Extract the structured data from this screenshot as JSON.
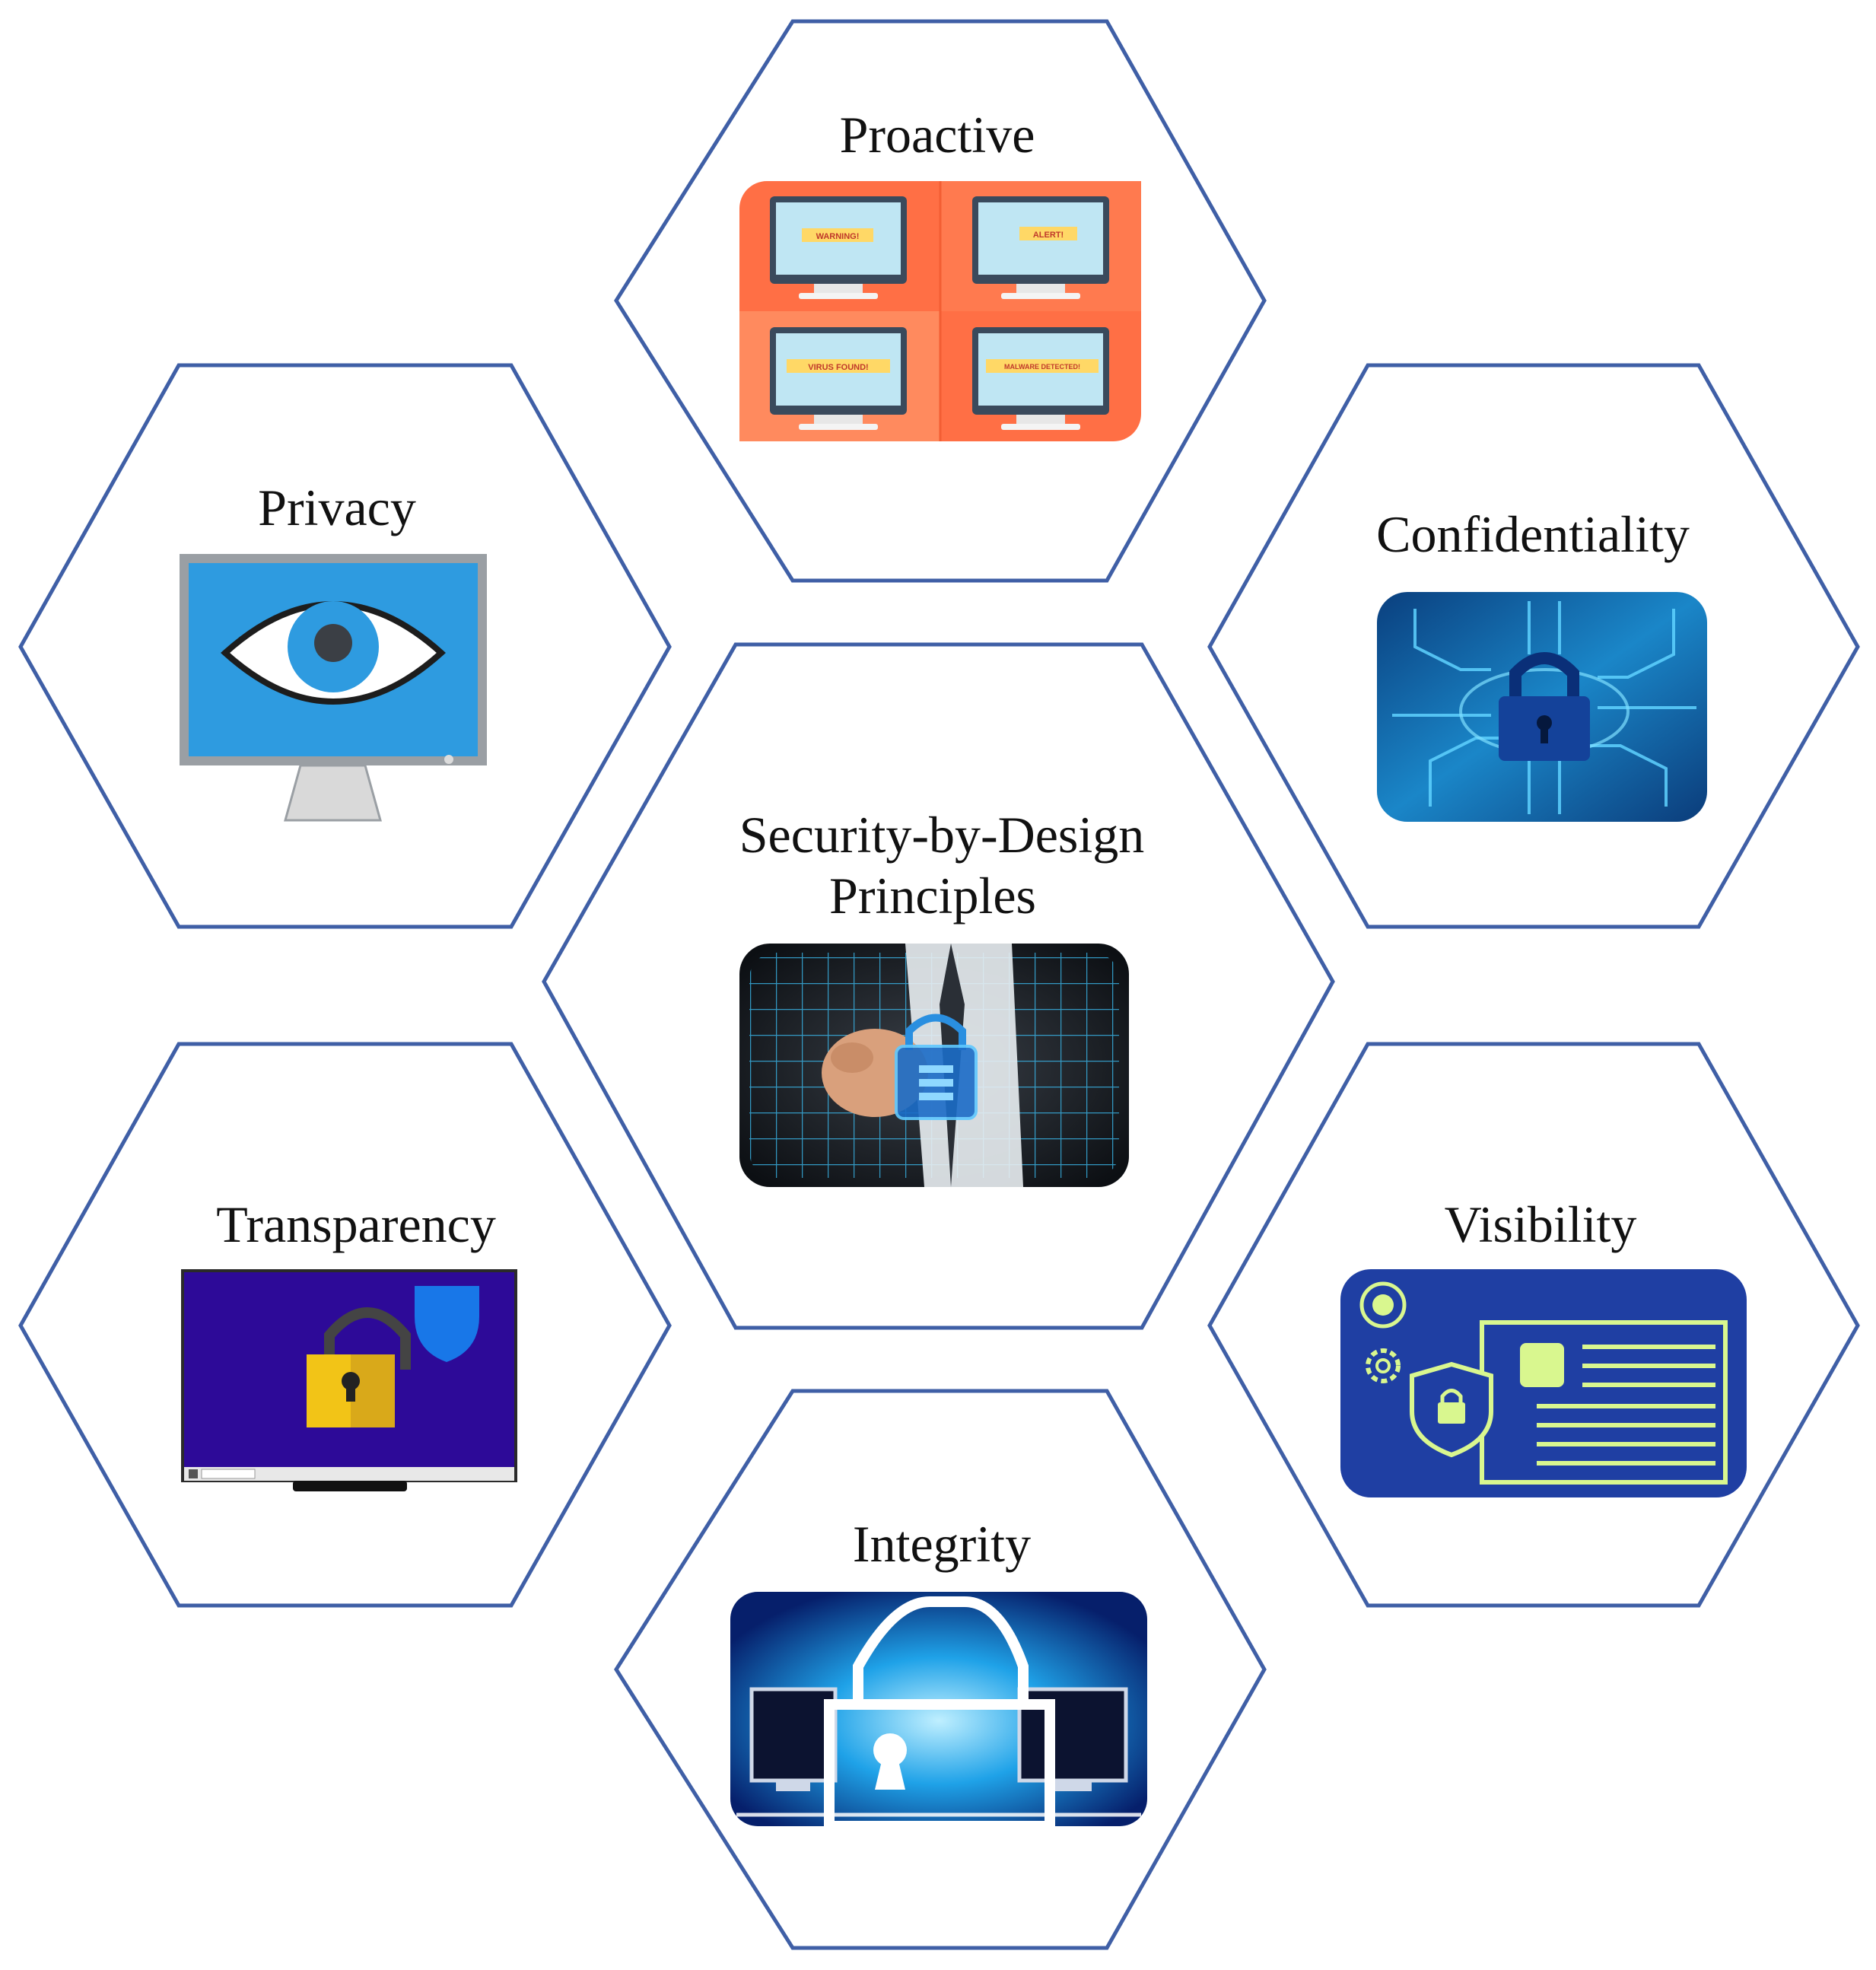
{
  "diagram": {
    "nodes": [
      {
        "id": "proactive",
        "label_lines": [
          "Proactive"
        ],
        "icon": "alert-monitors-icon",
        "screen_texts": [
          "WARNING!",
          "ALERT!",
          "VIRUS FOUND!",
          "MALWARE DETECTED!"
        ]
      },
      {
        "id": "privacy",
        "label_lines": [
          "Privacy"
        ],
        "icon": "eye-monitor-icon"
      },
      {
        "id": "confidentiality",
        "label_lines": [
          "Confidentiality"
        ],
        "icon": "circuit-padlock-icon"
      },
      {
        "id": "center",
        "label_lines": [
          "Security-by-Design",
          "Principles"
        ],
        "icon": "hand-padlock-grid-icon"
      },
      {
        "id": "transparency",
        "label_lines": [
          "Transparency"
        ],
        "icon": "padlock-shield-monitor-icon"
      },
      {
        "id": "visibility",
        "label_lines": [
          "Visibility"
        ],
        "icon": "shield-document-icon"
      },
      {
        "id": "integrity",
        "label_lines": [
          "Integrity"
        ],
        "icon": "network-padlock-icon"
      }
    ],
    "colors": {
      "hex_border": "#3f5fa6",
      "proactive_orange": "#ff6f45",
      "privacy_blue": "#2e9be0",
      "transparency_purple": "#2d0a98",
      "visibility_blue": "#1f3fa3",
      "visibility_lime": "#d9f78f",
      "confidentiality_blue": "#0d5aa8",
      "integrity_blue": "#0a6fd6"
    }
  }
}
